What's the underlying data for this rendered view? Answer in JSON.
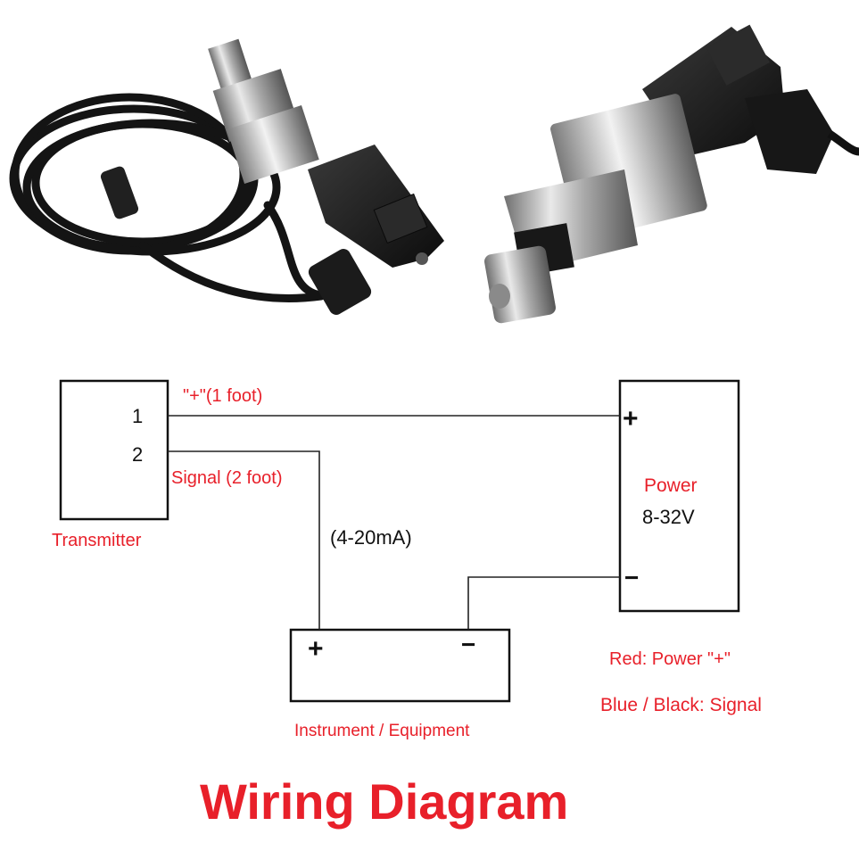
{
  "diagram": {
    "transmitter": {
      "label": "Transmitter",
      "pin_1": "1",
      "pin_2": "2"
    },
    "wires": {
      "power_plus_label": "\"+\"(1 foot)",
      "signal_label": "Signal (2 foot)",
      "current_label": "(4-20mA)"
    },
    "power": {
      "title": "Power",
      "voltage": "8-32V",
      "plus": "+",
      "minus": "−"
    },
    "instrument": {
      "label": "Instrument / Equipment",
      "plus": "+",
      "minus": "−"
    },
    "legend": {
      "red": "Red: Power \"+\"",
      "blue_black": "Blue / Black: Signal"
    },
    "title": "Wiring Diagram"
  },
  "colors": {
    "accent_red": "#e8202a",
    "line": "#222222"
  }
}
